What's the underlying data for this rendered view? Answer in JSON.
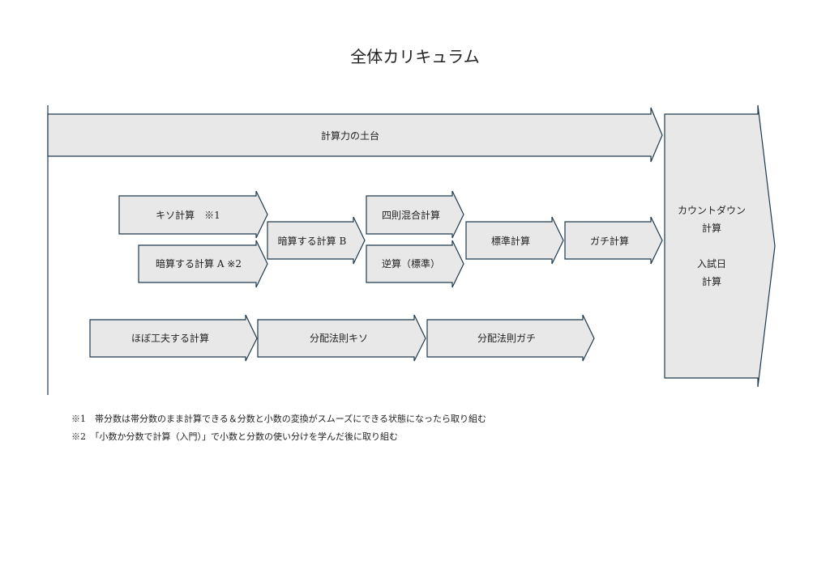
{
  "title": "全体カリキュラム",
  "arrows": {
    "foundation": "計算力の土台",
    "kiso": "キソ計算　※1",
    "anzan_a": "暗算する計算 A ※2",
    "anzan_b": "暗算する計算 B",
    "shisoku": "四則混合計算",
    "gyakuzan": "逆算（標準）",
    "hyojun": "標準計算",
    "gachi": "ガチ計算",
    "hobo": "ほぼ工夫する計算",
    "bunpai_kiso": "分配法則キソ",
    "bunpai_gachi": "分配法則ガチ",
    "final_line1": "カウントダウン",
    "final_line2": "計算",
    "final_line3": "入試日",
    "final_line4": "計算"
  },
  "notes": [
    "※1　帯分数は帯分数のまま計算できる＆分数と小数の変換がスムーズにできる状態になったら取り組む",
    "※2　「小数か分数で計算（入門）」で小数と分数の使い分けを学んだ後に取り組む"
  ]
}
